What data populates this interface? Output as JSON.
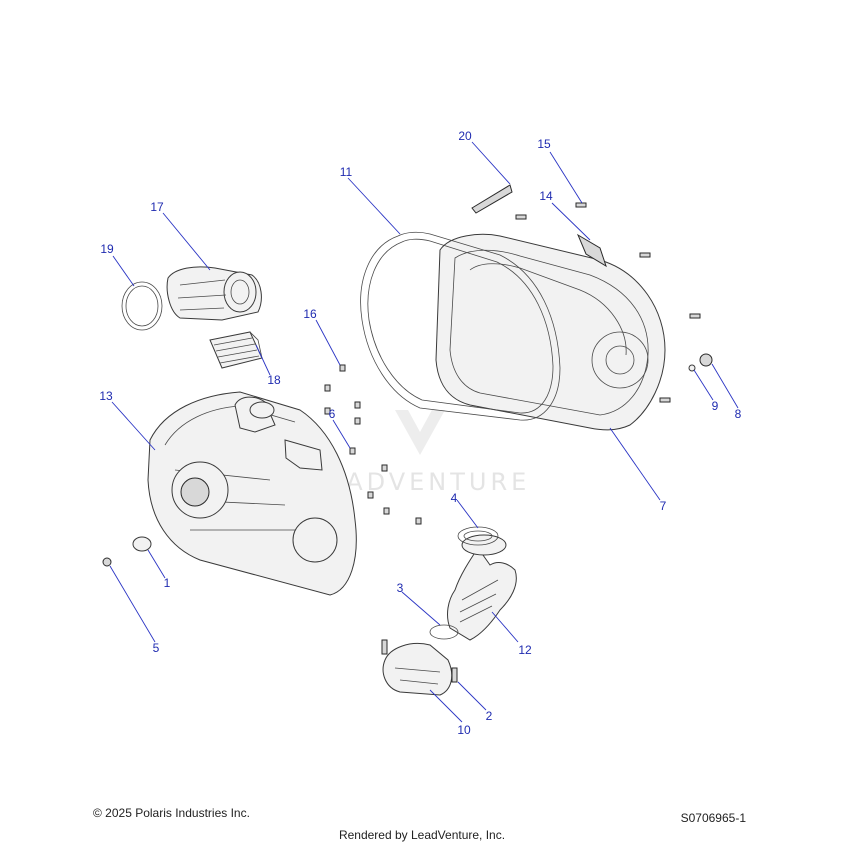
{
  "callouts": [
    {
      "id": "1",
      "label": "1"
    },
    {
      "id": "2",
      "label": "2"
    },
    {
      "id": "3",
      "label": "3"
    },
    {
      "id": "4",
      "label": "4"
    },
    {
      "id": "5",
      "label": "5"
    },
    {
      "id": "6",
      "label": "6"
    },
    {
      "id": "7",
      "label": "7"
    },
    {
      "id": "8",
      "label": "8"
    },
    {
      "id": "9",
      "label": "9"
    },
    {
      "id": "10",
      "label": "10"
    },
    {
      "id": "11",
      "label": "11"
    },
    {
      "id": "12",
      "label": "12"
    },
    {
      "id": "13",
      "label": "13"
    },
    {
      "id": "14",
      "label": "14"
    },
    {
      "id": "15",
      "label": "15"
    },
    {
      "id": "16",
      "label": "16"
    },
    {
      "id": "17",
      "label": "17"
    },
    {
      "id": "18",
      "label": "18"
    },
    {
      "id": "19",
      "label": "19"
    },
    {
      "id": "20",
      "label": "20"
    }
  ],
  "watermark": "LEADVENTURE",
  "footer": {
    "copyright": "© 2025 Polaris Industries Inc.",
    "drawing_number": "S0706965-1",
    "rendered_by": "Rendered by LeadVenture, Inc."
  },
  "colors": {
    "callout": "#1f2bb0",
    "leader": "#2a34c4",
    "outline": "#3a3a3a",
    "watermark": "#e4e4e4"
  }
}
